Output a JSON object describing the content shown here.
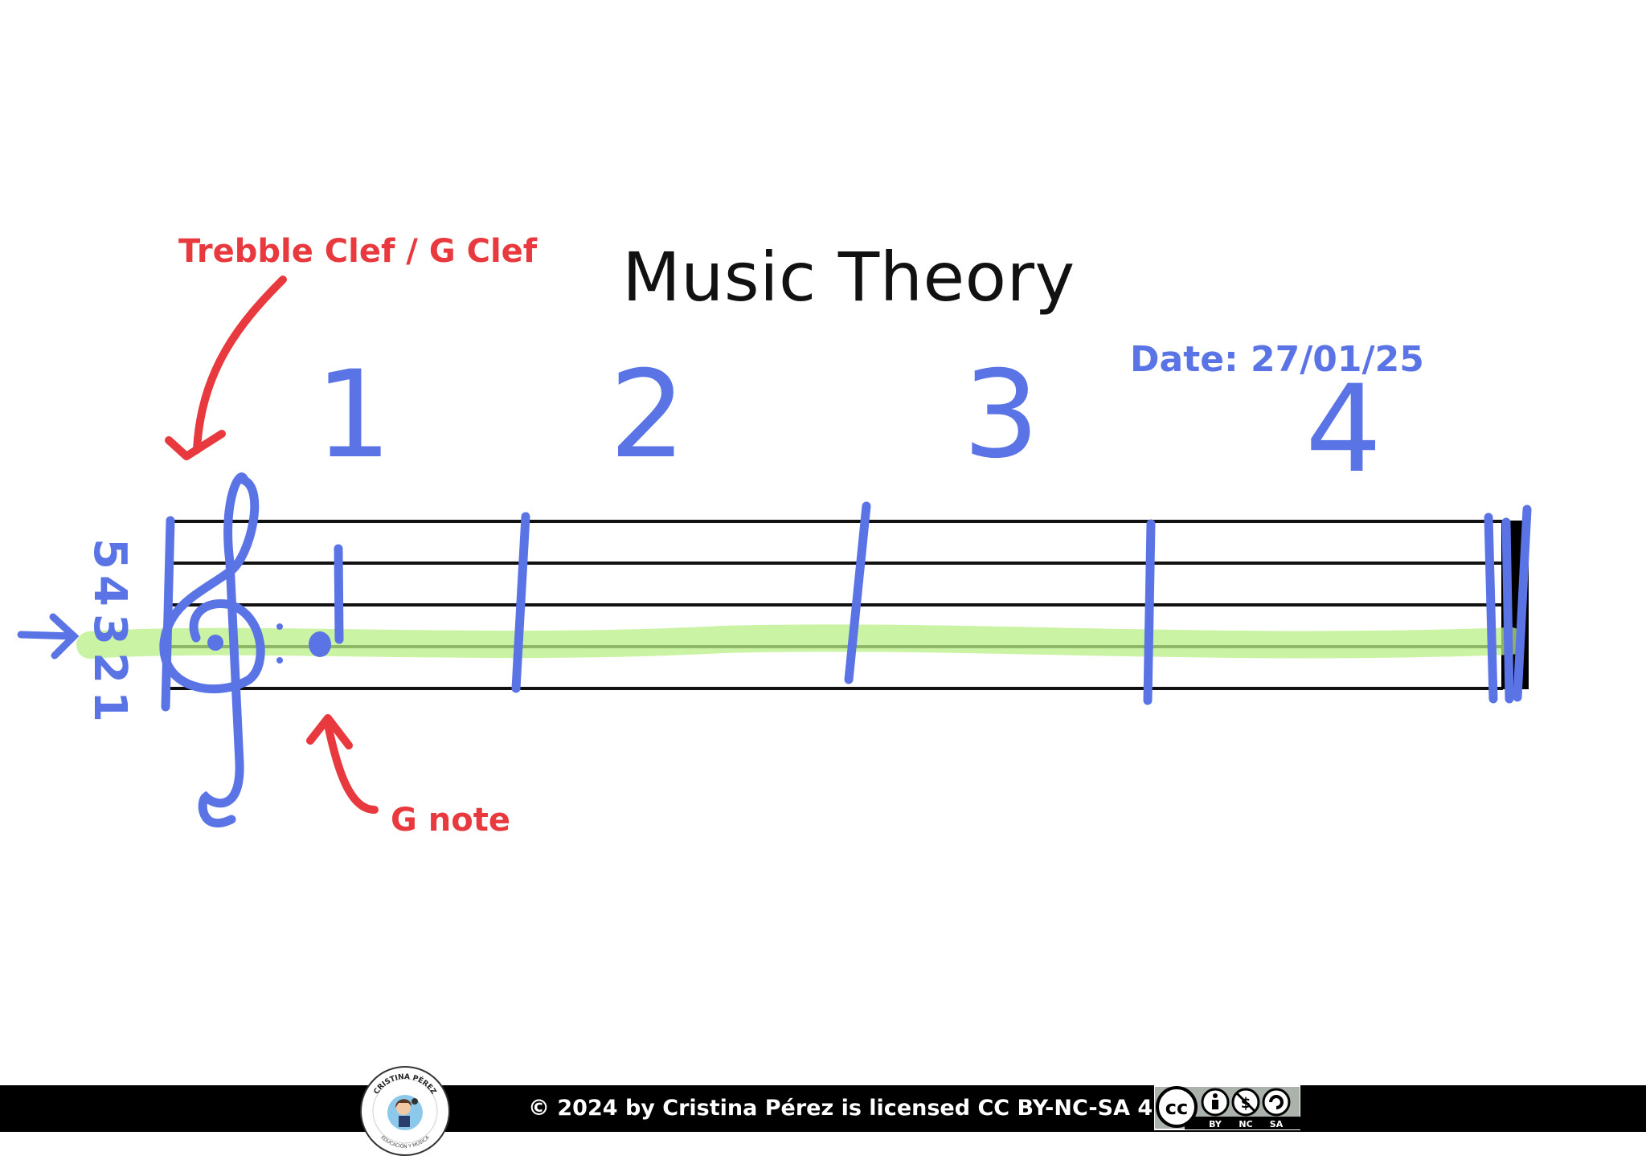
{
  "title": "Music Theory",
  "date_label": "Date: 27/01/25",
  "annotations": {
    "clef": "Trebble Clef / G Clef",
    "note": "G note"
  },
  "beat_numbers": [
    "1",
    "2",
    "3",
    "4"
  ],
  "line_numbers": [
    "5",
    "4",
    "3",
    "2",
    "1"
  ],
  "footer": {
    "license_text": "© 2024 by Cristina Pérez is licensed CC BY-NC-SA 4.0.",
    "logo_top_text": "CRISTINA PÉREZ",
    "logo_bottom_text": "EDUCACIÓN Y MÚSICA",
    "cc_labels": [
      "BY",
      "NC",
      "SA"
    ]
  },
  "colors": {
    "ink_blue": "#5a74e6",
    "ink_red": "#e83a3e",
    "highlight_green": "#b9ef86",
    "staff_black": "#111111",
    "footer_bg": "#000000"
  },
  "icons": [
    "treble-clef-icon",
    "whole-note-icon",
    "arrow-icon",
    "cc-license-icon"
  ]
}
